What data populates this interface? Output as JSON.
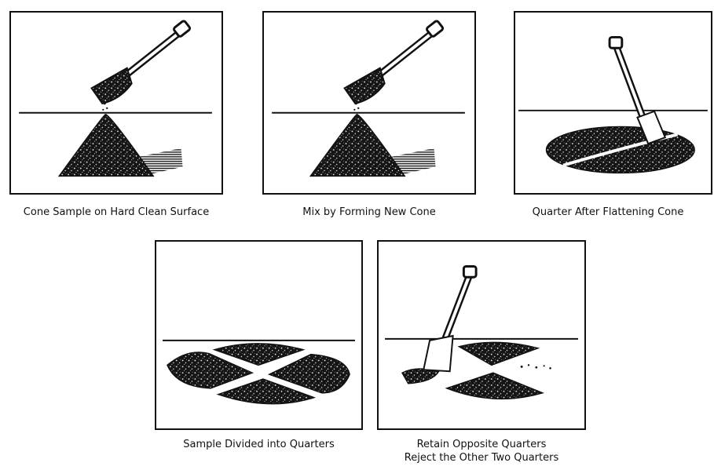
{
  "panels": [
    {
      "id": "cone-sample",
      "caption": "Cone Sample on Hard Clean Surface"
    },
    {
      "id": "mix-new-cone",
      "caption": "Mix by Forming New Cone"
    },
    {
      "id": "quarter-flatten",
      "caption": "Quarter After Flattening Cone"
    },
    {
      "id": "divided-quarters",
      "caption": "Sample Divided into Quarters"
    },
    {
      "id": "retain-opposite",
      "caption_lines": [
        "Retain Opposite Quarters",
        "Reject the Other Two Quarters"
      ]
    }
  ],
  "colors": {
    "ink": "#111111",
    "paper": "#ffffff"
  },
  "icons": [
    "shovel-icon",
    "sample-cone-icon",
    "flattened-pile-icon",
    "quarter-piles-icon"
  ]
}
